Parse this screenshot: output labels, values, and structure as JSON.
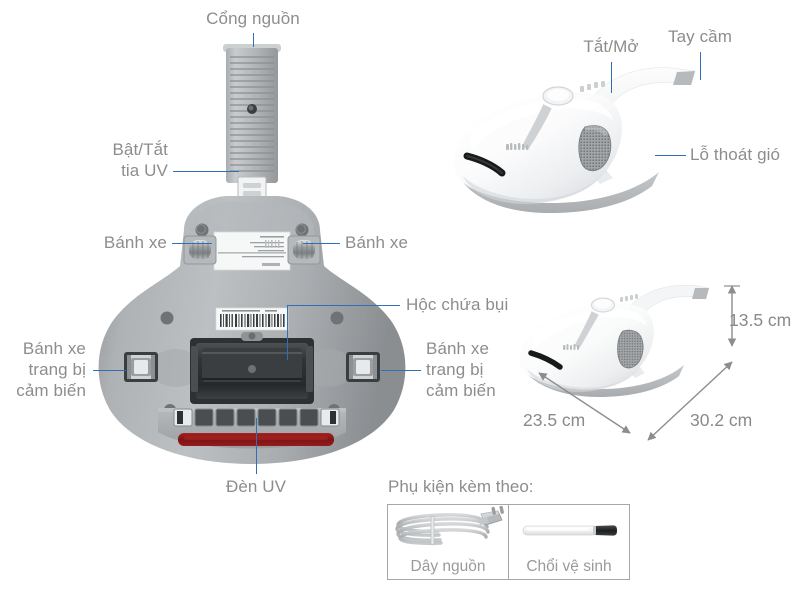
{
  "page": {
    "title": "Deerma CM800 UV vacuum - annotated product diagram",
    "background": "#ffffff",
    "label_color": "#8d8d8d",
    "leader_color": "#2f6fb5",
    "uv_lamp_color": "#8d1b1b",
    "body_color": "#9ea3a6"
  },
  "bottom_view": {
    "name": "bottom-view-diagram",
    "callouts": [
      {
        "id": "power-port",
        "text": "Cổng nguồn",
        "align": "center"
      },
      {
        "id": "uv-toggle",
        "text": "Bật/Tắt\ntia UV",
        "align": "right"
      },
      {
        "id": "wheel-left",
        "text": "Bánh xe",
        "align": "right"
      },
      {
        "id": "wheel-right",
        "text": "Bánh xe",
        "align": "left"
      },
      {
        "id": "dust-bin",
        "text": "Hộc chứa bụi",
        "align": "left"
      },
      {
        "id": "sensor-wheel-left",
        "text": "Bánh xe\ntrang bị\ncảm biến",
        "align": "right"
      },
      {
        "id": "sensor-wheel-right",
        "text": "Bánh xe\ntrang bị\ncảm biến",
        "align": "left"
      },
      {
        "id": "uv-lamp",
        "text": "Đèn UV",
        "align": "center"
      }
    ]
  },
  "hero_view": {
    "name": "hero-product-view",
    "callouts": [
      {
        "id": "power-button",
        "text": "Tắt/Mở"
      },
      {
        "id": "handle",
        "text": "Tay cầm"
      },
      {
        "id": "air-outlet",
        "text": "Lỗ thoát gió"
      }
    ]
  },
  "dimensions": {
    "name": "dimension-view",
    "height": "13.5 cm",
    "width": "23.5 cm",
    "depth": "30.2 cm"
  },
  "accessories": {
    "title": "Phụ kiện kèm theo:",
    "items": [
      {
        "id": "power-cord",
        "label": "Dây nguồn"
      },
      {
        "id": "cleaning-brush",
        "label": "Chổi vệ sinh"
      }
    ]
  }
}
